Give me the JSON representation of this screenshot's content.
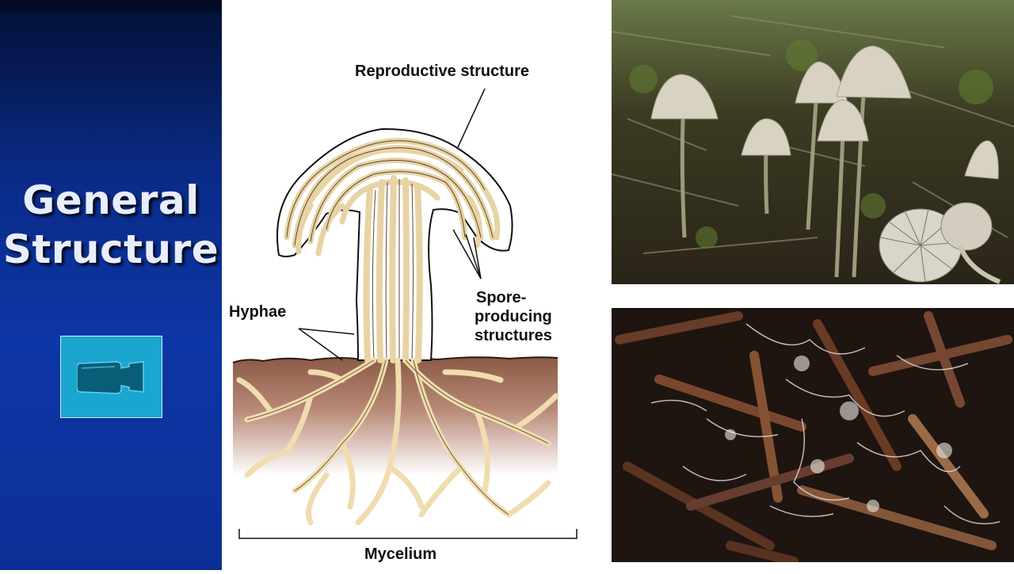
{
  "slide": {
    "title_line1": "General",
    "title_line2": "Structure"
  },
  "media_button": {
    "icon": "video-camera-icon"
  },
  "diagram": {
    "labels": {
      "reproductive": "Reproductive structure",
      "hyphae": "Hyphae",
      "spore1": "Spore-",
      "spore2": "producing",
      "spore3": "structures",
      "mycelium": "Mycelium"
    }
  },
  "photos": {
    "top": "mushrooms-photo",
    "bottom": "mycelium-photo"
  },
  "colors": {
    "sidebar_blue": "#0d36a6",
    "title_text": "#e9eefc",
    "button_cyan": "#1aa6cf",
    "hyphae_cream": "#f6e6c2",
    "soil_brown": "#9a6a52"
  }
}
